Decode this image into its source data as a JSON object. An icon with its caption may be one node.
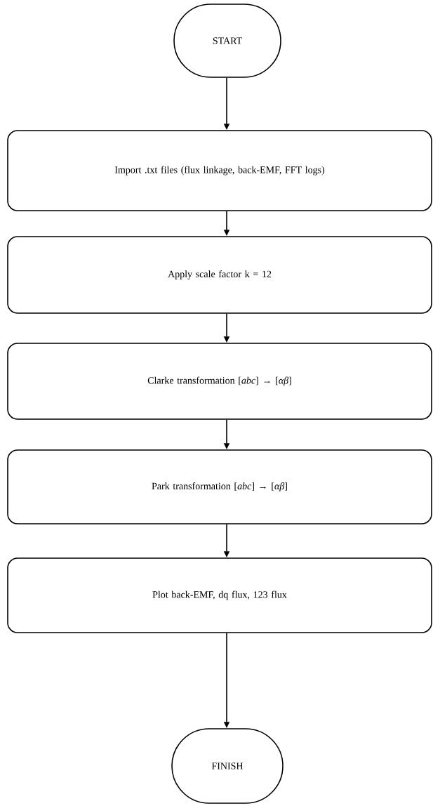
{
  "diagram": {
    "nodes": [
      {
        "text": [
          "START"
        ]
      },
      {
        "text": [
          "Import .txt files (flux linkage, back-EMF, FFT logs)"
        ]
      },
      {
        "text": [
          "Apply scale factor k = 12"
        ]
      },
      {
        "text": [
          "Clarke transformation [*abc*] → [*αβ*]"
        ]
      },
      {
        "text": [
          "Park transformation [*abc*] → [*αβ*]"
        ]
      },
      {
        "text": [
          "Plot back-EMF, dq flux, 123 flux"
        ]
      },
      {
        "text": [
          "FINISH"
        ]
      }
    ],
    "edges": [
      {
        "from": 0,
        "to": 1,
        "arrow": "to"
      },
      {
        "from": 1,
        "to": 2,
        "arrow": "to"
      },
      {
        "from": 2,
        "to": 3,
        "arrow": "to"
      },
      {
        "from": 3,
        "to": 4,
        "arrow": "to"
      },
      {
        "from": 4,
        "to": 5,
        "arrow": "to"
      },
      {
        "from": 5,
        "to": 6,
        "arrow": "to"
      }
    ]
  }
}
